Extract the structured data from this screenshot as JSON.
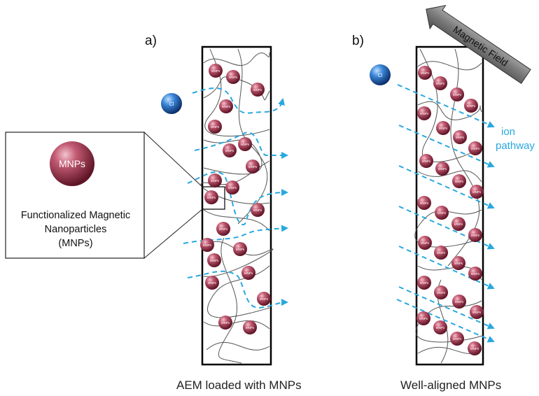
{
  "panels": {
    "a": {
      "label": "a)",
      "caption": "AEM loaded with MNPs"
    },
    "b": {
      "label": "b)",
      "caption": "Well-aligned MNPs"
    }
  },
  "inset": {
    "particle_label": "MNPs",
    "line1": "Functionalized Magnetic",
    "line2": "Nanoparticles",
    "line3": "(MNPs)"
  },
  "particle_small_label": "MNPs",
  "ion_label": "Cl",
  "field_label": "Magnetic Field",
  "pathway_label_1": "ion",
  "pathway_label_2": "pathway",
  "colors": {
    "particle": "#a83a52",
    "ion": "#1f63b0",
    "pathway": "#29a8df",
    "membrane_border": "#000000",
    "field_arrow": "#7a7a7a"
  }
}
